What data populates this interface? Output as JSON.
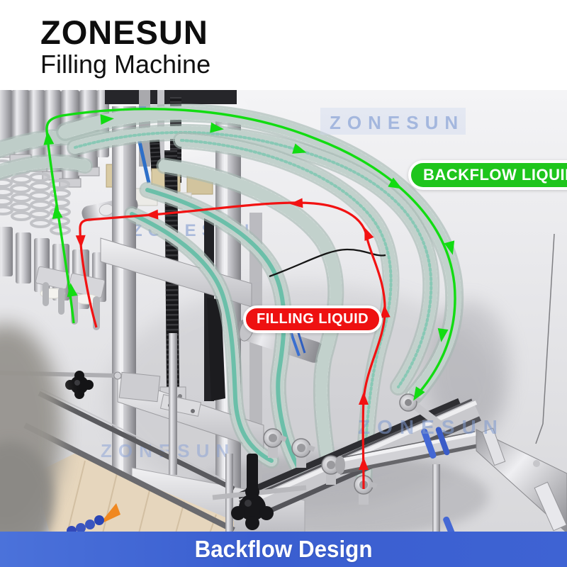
{
  "brand": {
    "name": "ZONESUN",
    "product": "Filling Machine"
  },
  "watermark": {
    "text": "ZONESUN",
    "color": "#8fa8d8"
  },
  "labels": {
    "backflow": "BACKFLOW LIQUID",
    "filling": "FILLING LIQUID"
  },
  "colors": {
    "backflow_label_green": "#1ec51c",
    "filling_label_red": "#ee1111",
    "backflow_arrow_green": "#12dc12",
    "filling_arrow_red": "#f21212",
    "banner_blue": "#3c63d2",
    "banner_text": "#ffffff"
  },
  "footer": {
    "caption": "Backflow Design"
  }
}
